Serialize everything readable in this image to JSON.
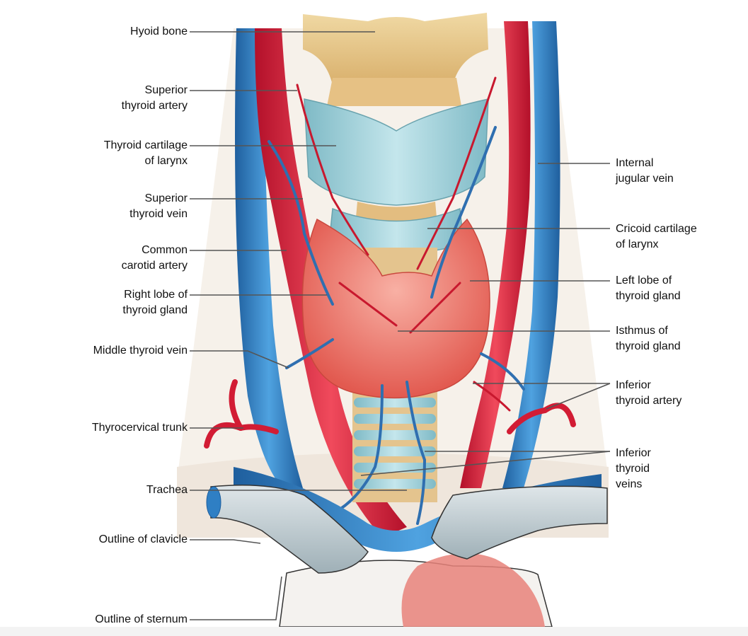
{
  "labels_left": {
    "hyoid_bone": [
      "Hyoid bone"
    ],
    "superior_thyroid_artery": [
      "Superior",
      "thyroid artery"
    ],
    "thyroid_cartilage": [
      "Thyroid cartilage",
      "of larynx"
    ],
    "superior_thyroid_vein": [
      "Superior",
      "thyroid vein"
    ],
    "common_carotid_artery": [
      "Common",
      "carotid artery"
    ],
    "right_lobe": [
      "Right lobe of",
      "thyroid gland"
    ],
    "middle_thyroid_vein": [
      "Middle thyroid vein"
    ],
    "thyrocervical_trunk": [
      "Thyrocervical trunk"
    ],
    "trachea": [
      "Trachea"
    ],
    "outline_clavicle": [
      "Outline of clavicle"
    ],
    "outline_sternum": [
      "Outline of sternum"
    ]
  },
  "labels_right": {
    "internal_jugular_vein": [
      "Internal",
      "jugular vein"
    ],
    "cricoid_cartilage": [
      "Cricoid cartilage",
      "of larynx"
    ],
    "left_lobe": [
      "Left lobe of",
      "thyroid gland"
    ],
    "isthmus": [
      "Isthmus of",
      "thyroid gland"
    ],
    "inferior_thyroid_artery": [
      "Inferior",
      "thyroid artery"
    ],
    "inferior_thyroid_veins": [
      "Inferior",
      "thyroid",
      "veins"
    ]
  },
  "colors": {
    "artery": "#e0203a",
    "vein": "#2f7fc4",
    "cartilage": "#9fd3dc",
    "bone": "#e8c98a",
    "gland": "#ef7a6e",
    "clavicle": "#b5c3c9",
    "leader_line": "#555555"
  }
}
